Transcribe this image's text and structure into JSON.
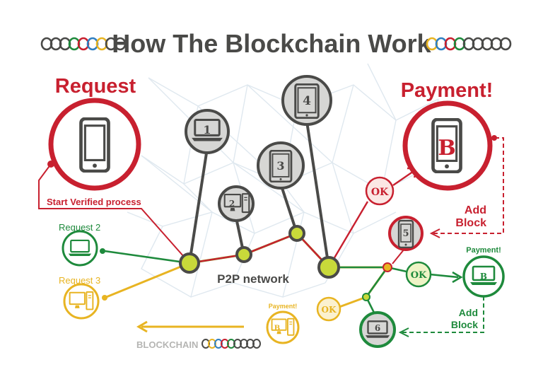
{
  "title": "How The Blockchain Work",
  "request": {
    "heading": "Request",
    "process_label": "Start Verified process"
  },
  "payment": {
    "heading": "Payment!",
    "bitcoin_symbol": "B"
  },
  "nodes": [
    "1",
    "2",
    "3",
    "4",
    "5",
    "6"
  ],
  "network_label": "P2P network",
  "ok_label": "OK",
  "add_block_red": [
    "Add",
    "Block"
  ],
  "add_block_green": [
    "Add",
    "Block"
  ],
  "request2_label": "Request 2",
  "request3_label": "Request 3",
  "payment_green_label": "Payment!",
  "payment_yellow_label": "Payment!",
  "blockchain_label": "BLOCKCHAIN",
  "colors": {
    "red": "#c8202f",
    "green": "#1e8a3c",
    "yellow": "#e8b422",
    "gray": "#4a4a48",
    "node_fill": "#d6d6d4",
    "lime": "#c8d93a"
  },
  "icons": {
    "phone": "smartphone-icon",
    "laptop": "laptop-icon",
    "desktop": "desktop-icon",
    "tablet": "tablet-icon",
    "bitcoin": "bitcoin-icon"
  }
}
